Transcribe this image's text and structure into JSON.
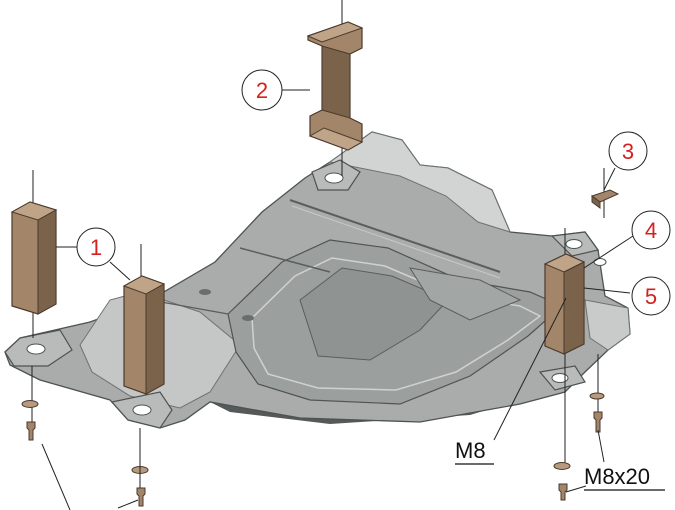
{
  "callouts": [
    {
      "number": "1"
    },
    {
      "number": "2"
    },
    {
      "number": "3"
    },
    {
      "number": "4"
    },
    {
      "number": "5"
    }
  ],
  "fasteners": {
    "nut_label": "M8",
    "bolt_label": "M8x20"
  },
  "colors": {
    "plate": "#a9acab",
    "plate_light": "#d2d4d3",
    "plate_dark": "#7d8180",
    "bracket": "#a3866a",
    "bracket_dark": "#7b624b",
    "callout_text": "#d62020"
  }
}
